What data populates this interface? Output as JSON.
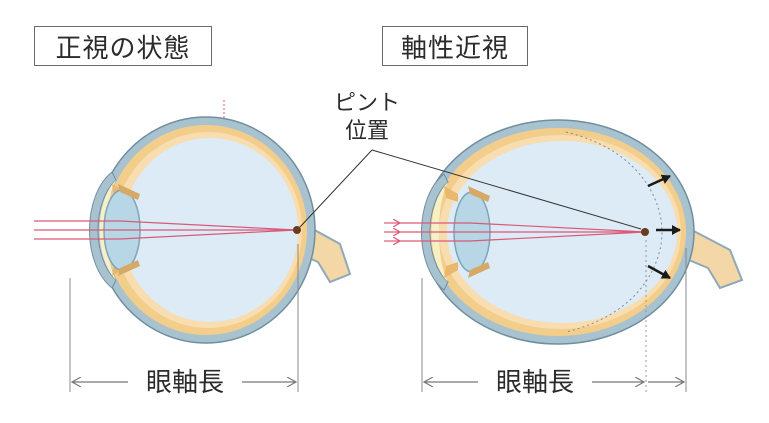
{
  "titles": {
    "emmetropia": "正視の状態",
    "axial_myopia": "軸性近視"
  },
  "labels": {
    "focus_point_line1": "ピント",
    "focus_point_line2": "位置",
    "axial_length_left": "眼軸長",
    "axial_length_right": "眼軸長"
  },
  "colors": {
    "sclera": "#a9c2cf",
    "choroid": "#f3cd8a",
    "retina": "#f8ddb0",
    "vitreous": "#dcebf5",
    "lens": "#b7d6e6",
    "light_ray": "#d95a78",
    "focus_dot": "#6b3a1f",
    "arrow": "#1a1a1a"
  }
}
